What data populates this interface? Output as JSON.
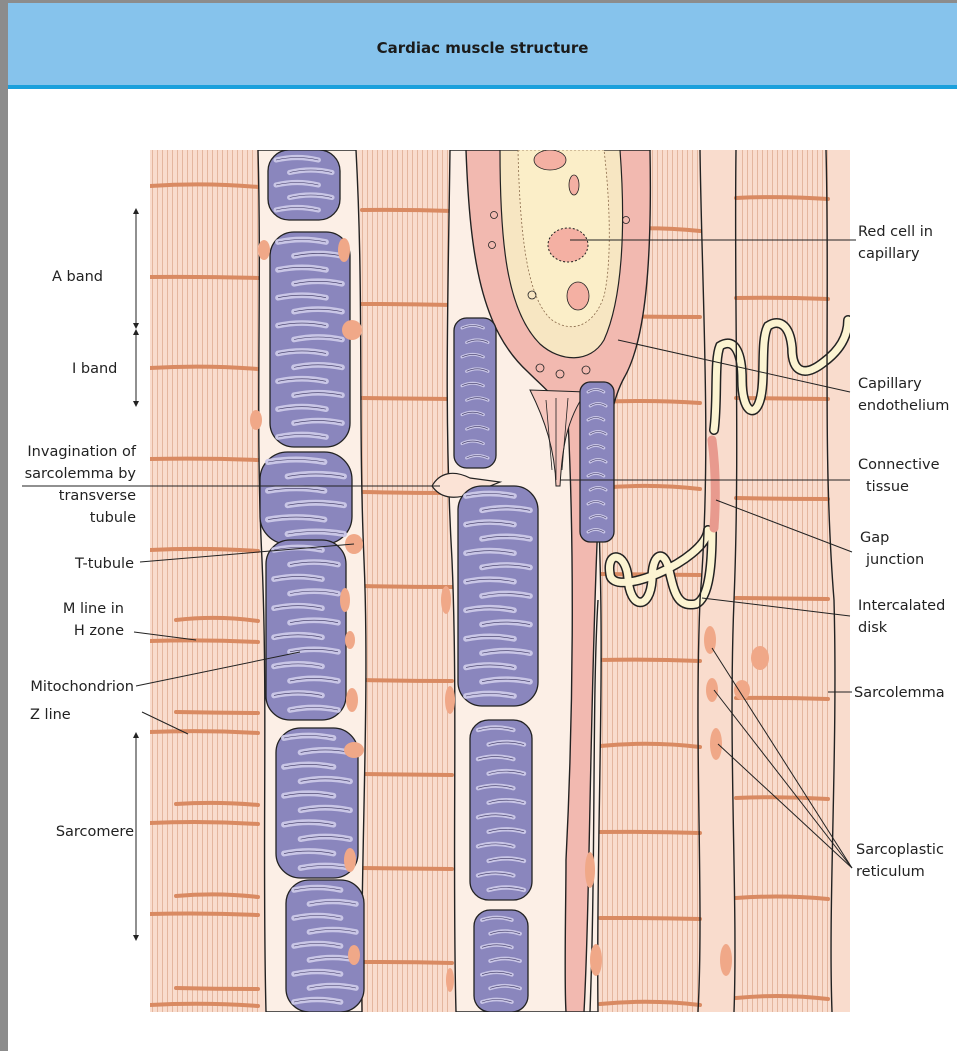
{
  "header": {
    "title": "Cardiac muscle structure"
  },
  "colors": {
    "header_bg": "#86c3ec",
    "header_rule": "#1aa0dc",
    "muscle_fiber": "#f9dccd",
    "striation_band": "#d98a62",
    "mitochondrion": "#8a86bd",
    "mitochondrion_crista": "#c9c6e6",
    "capillary": "#f2b9b0",
    "red_cell": "#f6dfc4",
    "intercalated_disk": "#fcf4d2",
    "sarcoplasmic_reticulum": "#f0a888"
  },
  "labels": {
    "a_band": "A band",
    "i_band": "I band",
    "invagination": [
      "Invagination of",
      "sarcolemma by",
      "transverse",
      "tubule"
    ],
    "t_tubule": "T-tubule",
    "m_line": [
      "M line in",
      "H zone"
    ],
    "mitochondrion": "Mitochondrion",
    "z_line": "Z line",
    "sarcomere": "Sarcomere",
    "red_cell": [
      "Red cell in",
      "capillary"
    ],
    "capillary_endothelium": [
      "Capillary",
      "endothelium"
    ],
    "connective_tissue": [
      "Connective",
      "tissue"
    ],
    "gap_junction": [
      "Gap",
      "junction"
    ],
    "intercalated_disk": [
      "Intercalated",
      "disk"
    ],
    "sarcolemma": "Sarcolemma",
    "sarcoplastic_reticulum": [
      "Sarcoplastic",
      "reticulum"
    ]
  }
}
